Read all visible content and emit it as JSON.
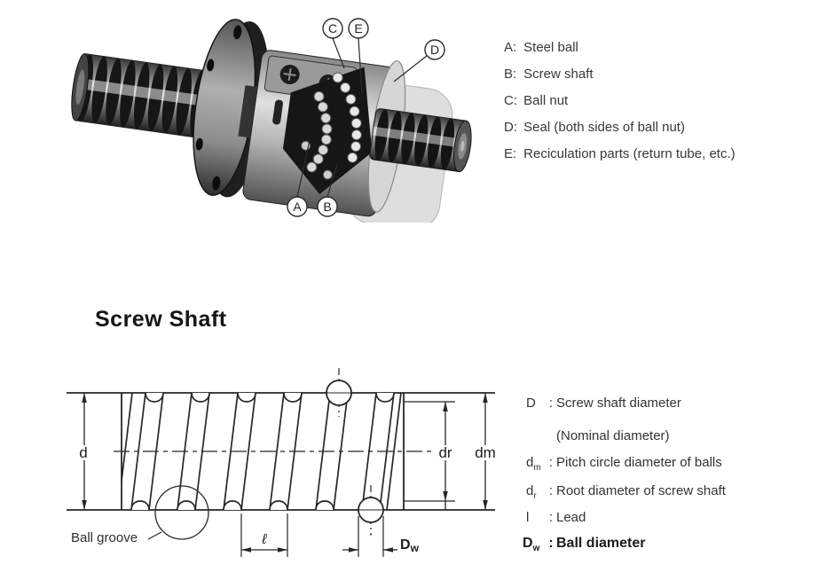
{
  "colors": {
    "ink": "#262626",
    "text": "#383838",
    "title": "#151515",
    "photo_dark": "#161616",
    "photo_light": "#dedede"
  },
  "photo": {
    "callouts": [
      {
        "letter": "C"
      },
      {
        "letter": "E"
      },
      {
        "letter": "D"
      },
      {
        "letter": "A"
      },
      {
        "letter": "B"
      }
    ]
  },
  "photo_legend": {
    "items": [
      {
        "key": "A:",
        "label": "Steel ball"
      },
      {
        "key": "B:",
        "label": "Screw shaft"
      },
      {
        "key": "C:",
        "label": "Ball nut"
      },
      {
        "key": "D:",
        "label": "Seal (both sides of ball nut)"
      },
      {
        "key": "E:",
        "label": "Reciculation parts (return tube, etc.)"
      }
    ]
  },
  "section_title": "Screw Shaft",
  "diagram": {
    "labels": {
      "d": "d",
      "dr": "dr",
      "dm": "dm",
      "lead": "ℓ",
      "dw_main": "D",
      "dw_sub": "w",
      "ball_groove": "Ball groove"
    }
  },
  "symbol_legend": {
    "separator": ":",
    "items": [
      {
        "sym": "D",
        "sub": "",
        "desc": "Screw shaft diameter",
        "desc2": "(Nominal diameter)"
      },
      {
        "sym": "d",
        "sub": "m",
        "desc": "Pitch circle diameter of balls"
      },
      {
        "sym": "d",
        "sub": "r",
        "desc": "Root diameter of screw shaft"
      },
      {
        "sym": "l",
        "sub": "",
        "desc": "Lead"
      },
      {
        "sym": "D",
        "sub": "w",
        "desc": "Ball diameter"
      }
    ]
  }
}
